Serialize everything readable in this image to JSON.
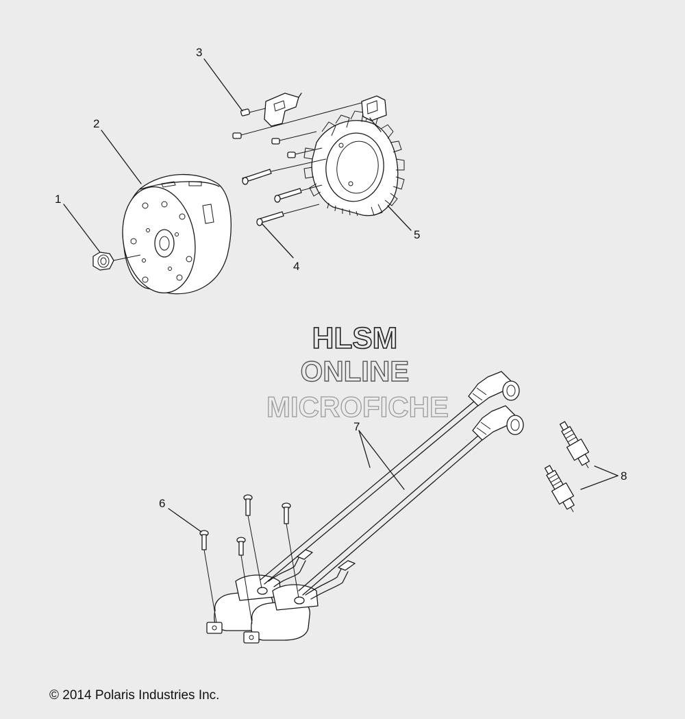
{
  "callouts": [
    "1",
    "2",
    "3",
    "4",
    "5",
    "6",
    "7",
    "8"
  ],
  "watermark": [
    "HLSM",
    "ONLINE",
    "MICROFICHE"
  ],
  "copyright": "© 2014 Polaris Industries Inc."
}
